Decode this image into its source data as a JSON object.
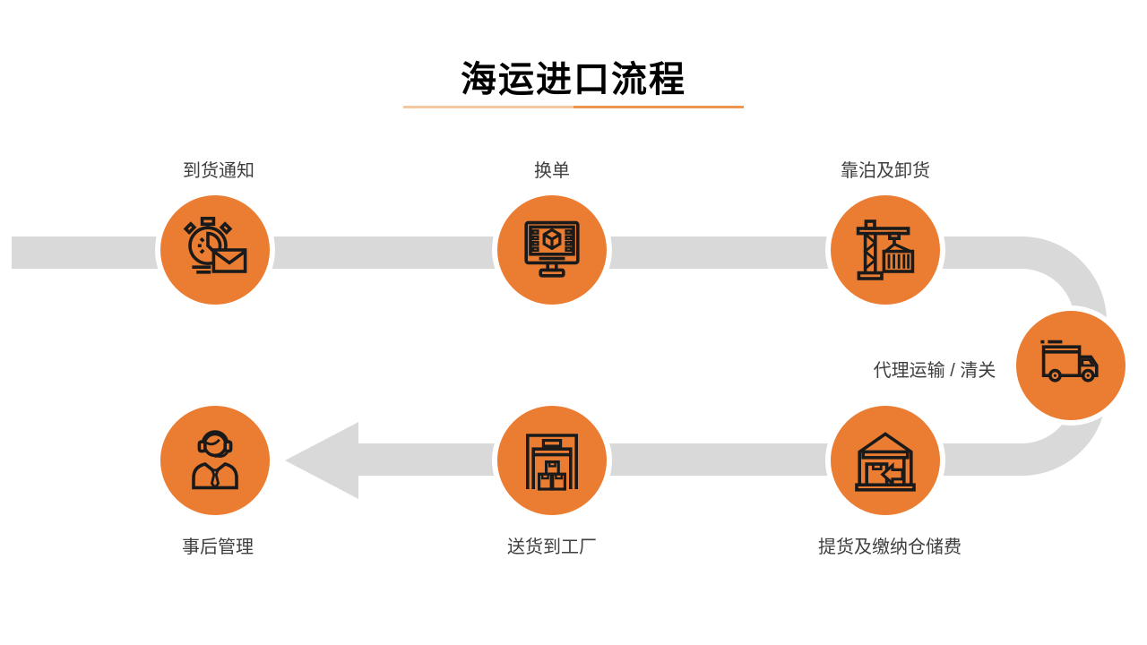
{
  "title": {
    "text": "海运进口流程"
  },
  "steps": [
    {
      "order": 1,
      "label": "到货通知",
      "icon": "stopwatch-mail-icon"
    },
    {
      "order": 2,
      "label": "换单",
      "icon": "monitor-cube-icon"
    },
    {
      "order": 3,
      "label": "靠泊及卸货",
      "icon": "crane-container-icon"
    },
    {
      "order": 4,
      "label": "代理运输 / 清关",
      "icon": "truck-icon"
    },
    {
      "order": 5,
      "label": "提货及缴纳仓储费",
      "icon": "warehouse-pickup-icon"
    },
    {
      "order": 6,
      "label": "送货到工厂",
      "icon": "warehouse-boxes-icon"
    },
    {
      "order": 7,
      "label": "事后管理",
      "icon": "support-agent-icon"
    }
  ],
  "flow": {
    "shape": "s-curve-right-then-back-left",
    "end_marker": "left-arrow"
  },
  "colors": {
    "node_orange": "#EB7D32",
    "path_gray": "#D9D9D9",
    "icon_stroke": "#1A1A1A",
    "label_text": "#3F3F3F",
    "title_text": "#000000",
    "underline_left": "#F5C7A0",
    "underline_right": "#EC9551",
    "node_ring": "#FFFFFF"
  }
}
